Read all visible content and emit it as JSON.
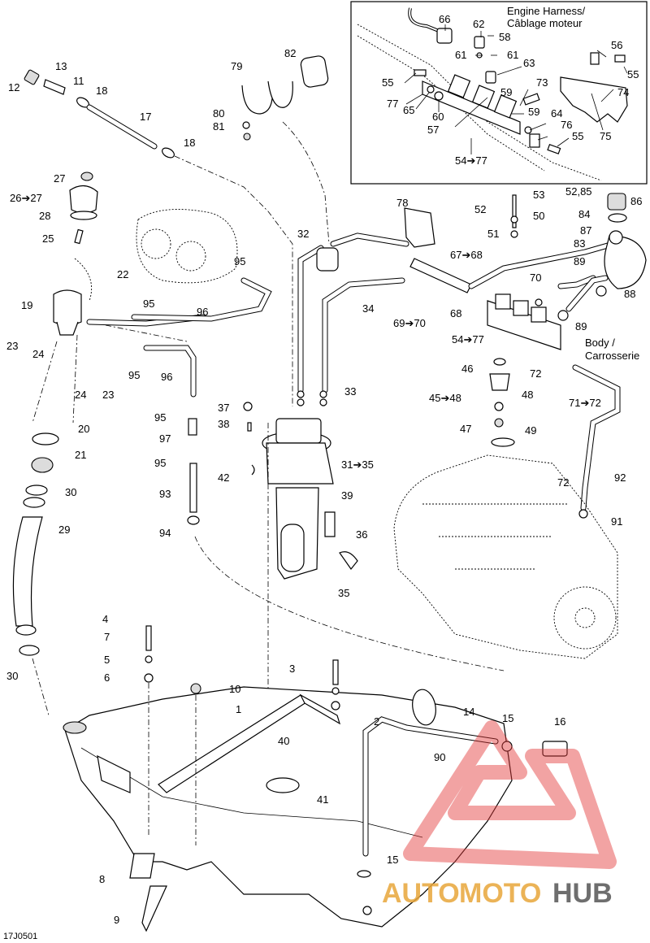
{
  "diagram": {
    "code": "17J0501",
    "inset_labels": {
      "engine_harness_line1": "Engine Harness/",
      "engine_harness_line2": "Câblage moteur"
    },
    "body_label_line1": "Body /",
    "body_label_line2": "Carrosserie",
    "callouts": [
      {
        "id": "c1",
        "text": "1"
      },
      {
        "id": "c2",
        "text": "2"
      },
      {
        "id": "c3",
        "text": "3"
      },
      {
        "id": "c4",
        "text": "4"
      },
      {
        "id": "c5",
        "text": "5"
      },
      {
        "id": "c6",
        "text": "6"
      },
      {
        "id": "c7",
        "text": "7"
      },
      {
        "id": "c8",
        "text": "8"
      },
      {
        "id": "c9",
        "text": "9"
      },
      {
        "id": "c10",
        "text": "10"
      },
      {
        "id": "c11",
        "text": "11"
      },
      {
        "id": "c12",
        "text": "12"
      },
      {
        "id": "c13",
        "text": "13"
      },
      {
        "id": "c14",
        "text": "14"
      },
      {
        "id": "c15a",
        "text": "15"
      },
      {
        "id": "c15b",
        "text": "15"
      },
      {
        "id": "c16",
        "text": "16"
      },
      {
        "id": "c17",
        "text": "17"
      },
      {
        "id": "c18a",
        "text": "18"
      },
      {
        "id": "c18b",
        "text": "18"
      },
      {
        "id": "c19",
        "text": "19"
      },
      {
        "id": "c20",
        "text": "20"
      },
      {
        "id": "c21",
        "text": "21"
      },
      {
        "id": "c22",
        "text": "22"
      },
      {
        "id": "c23a",
        "text": "23"
      },
      {
        "id": "c23b",
        "text": "23"
      },
      {
        "id": "c24a",
        "text": "24"
      },
      {
        "id": "c24b",
        "text": "24"
      },
      {
        "id": "c25",
        "text": "25"
      },
      {
        "id": "c26",
        "text": "26➔27"
      },
      {
        "id": "c27",
        "text": "27"
      },
      {
        "id": "c28",
        "text": "28"
      },
      {
        "id": "c29",
        "text": "29"
      },
      {
        "id": "c30a",
        "text": "30"
      },
      {
        "id": "c30b",
        "text": "30"
      },
      {
        "id": "c31",
        "text": "31➔35"
      },
      {
        "id": "c32",
        "text": "32"
      },
      {
        "id": "c33",
        "text": "33"
      },
      {
        "id": "c34",
        "text": "34"
      },
      {
        "id": "c35",
        "text": "35"
      },
      {
        "id": "c36",
        "text": "36"
      },
      {
        "id": "c37",
        "text": "37"
      },
      {
        "id": "c38",
        "text": "38"
      },
      {
        "id": "c39",
        "text": "39"
      },
      {
        "id": "c40",
        "text": "40"
      },
      {
        "id": "c41",
        "text": "41"
      },
      {
        "id": "c42",
        "text": "42"
      },
      {
        "id": "c45",
        "text": "45➔48"
      },
      {
        "id": "c46",
        "text": "46"
      },
      {
        "id": "c47",
        "text": "47"
      },
      {
        "id": "c48",
        "text": "48"
      },
      {
        "id": "c49",
        "text": "49"
      },
      {
        "id": "c50",
        "text": "50"
      },
      {
        "id": "c51",
        "text": "51"
      },
      {
        "id": "c52",
        "text": "52"
      },
      {
        "id": "c53",
        "text": "53"
      },
      {
        "id": "c54a",
        "text": "54➔77"
      },
      {
        "id": "c54b",
        "text": "54➔77"
      },
      {
        "id": "c55a",
        "text": "55"
      },
      {
        "id": "c55b",
        "text": "55"
      },
      {
        "id": "c55c",
        "text": "55"
      },
      {
        "id": "c56",
        "text": "56"
      },
      {
        "id": "c57",
        "text": "57"
      },
      {
        "id": "c58",
        "text": "58"
      },
      {
        "id": "c59a",
        "text": "59"
      },
      {
        "id": "c59b",
        "text": "59"
      },
      {
        "id": "c60",
        "text": "60"
      },
      {
        "id": "c61a",
        "text": "61"
      },
      {
        "id": "c61b",
        "text": "61"
      },
      {
        "id": "c62",
        "text": "62"
      },
      {
        "id": "c63",
        "text": "63"
      },
      {
        "id": "c64",
        "text": "64"
      },
      {
        "id": "c65",
        "text": "65"
      },
      {
        "id": "c66",
        "text": "66"
      },
      {
        "id": "c67",
        "text": "67➔68"
      },
      {
        "id": "c68",
        "text": "68"
      },
      {
        "id": "c69",
        "text": "69➔70"
      },
      {
        "id": "c70",
        "text": "70"
      },
      {
        "id": "c71",
        "text": "71➔72"
      },
      {
        "id": "c72a",
        "text": "72"
      },
      {
        "id": "c72b",
        "text": "72"
      },
      {
        "id": "c73",
        "text": "73"
      },
      {
        "id": "c74",
        "text": "74"
      },
      {
        "id": "c75",
        "text": "75"
      },
      {
        "id": "c76",
        "text": "76"
      },
      {
        "id": "c77",
        "text": "77"
      },
      {
        "id": "c78",
        "text": "78"
      },
      {
        "id": "c79",
        "text": "79"
      },
      {
        "id": "c80",
        "text": "80"
      },
      {
        "id": "c81",
        "text": "81"
      },
      {
        "id": "c82",
        "text": "82"
      },
      {
        "id": "c83",
        "text": "83"
      },
      {
        "id": "c84",
        "text": "84"
      },
      {
        "id": "c85",
        "text": "52,85"
      },
      {
        "id": "c86",
        "text": "86"
      },
      {
        "id": "c87",
        "text": "87"
      },
      {
        "id": "c88",
        "text": "88"
      },
      {
        "id": "c89a",
        "text": "89"
      },
      {
        "id": "c89b",
        "text": "89"
      },
      {
        "id": "c90",
        "text": "90"
      },
      {
        "id": "c91",
        "text": "91"
      },
      {
        "id": "c92",
        "text": "92"
      },
      {
        "id": "c93",
        "text": "93"
      },
      {
        "id": "c94",
        "text": "94"
      },
      {
        "id": "c95a",
        "text": "95"
      },
      {
        "id": "c95b",
        "text": "95"
      },
      {
        "id": "c95c",
        "text": "95"
      },
      {
        "id": "c95d",
        "text": "95"
      },
      {
        "id": "c95e",
        "text": "95"
      },
      {
        "id": "c96a",
        "text": "96"
      },
      {
        "id": "c96b",
        "text": "96"
      },
      {
        "id": "c97",
        "text": "97"
      }
    ],
    "watermark": {
      "part1": "AUTO",
      "part2": "MOTO",
      "part3": "HUB",
      "color_primary": "#e8a63a",
      "color_secondary": "#555555",
      "triangle_color": "#e23b3b"
    }
  }
}
